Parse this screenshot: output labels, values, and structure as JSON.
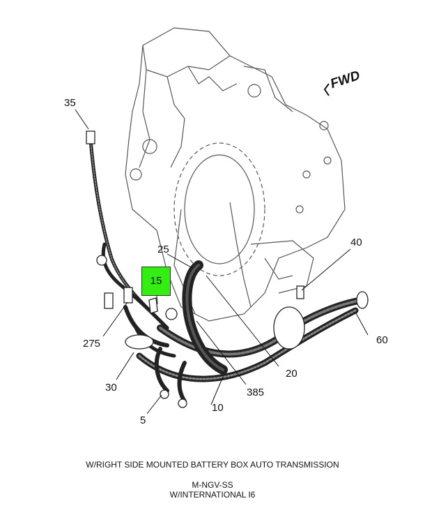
{
  "direction_label": "FWD",
  "callouts": {
    "c35": "35",
    "c25": "25",
    "c15": "15",
    "c40": "40",
    "c275": "275",
    "c60": "60",
    "c20": "20",
    "c30": "30",
    "c385": "385",
    "c10": "10",
    "c5": "5"
  },
  "highlight_color": "#33ee11",
  "caption": {
    "line1": "W/RIGHT SIDE MOUNTED BATTERY BOX AUTO TRANSMISSION",
    "line2": "M-NGV-SS",
    "line3": "W/INTERNATIONAL I6"
  }
}
